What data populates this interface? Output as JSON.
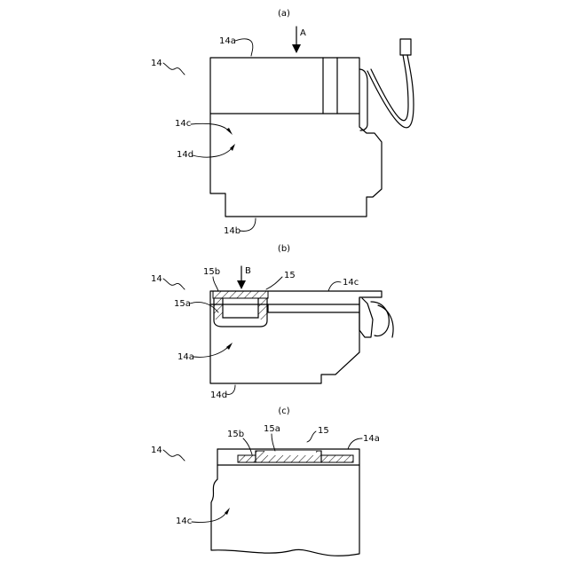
{
  "figures": {
    "a": {
      "caption": "(a)",
      "labels": {
        "device": "14",
        "top": "14a",
        "arrow": "A",
        "side_c": "14c",
        "side_d": "14d",
        "bottom": "14b"
      }
    },
    "b": {
      "caption": "(b)",
      "labels": {
        "device": "14",
        "p15b": "15b",
        "arrow": "B",
        "p15": "15",
        "p14c": "14c",
        "p15a": "15a",
        "p14a": "14a",
        "p14d": "14d"
      }
    },
    "c": {
      "caption": "(c)",
      "labels": {
        "device": "14",
        "p15b": "15b",
        "p15a": "15a",
        "p15": "15",
        "p14a": "14a",
        "p14c": "14c"
      }
    }
  }
}
